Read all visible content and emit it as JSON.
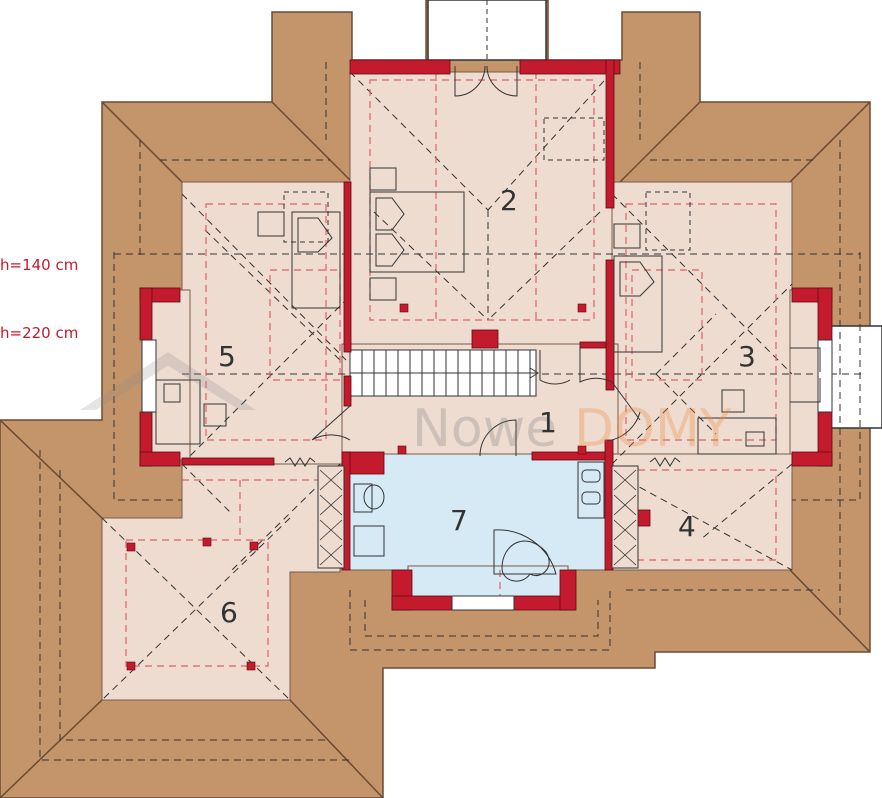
{
  "legend": {
    "low": "h=140 cm",
    "high": "h=220 cm"
  },
  "rooms": [
    "1",
    "2",
    "3",
    "4",
    "5",
    "6",
    "7"
  ],
  "watermark": {
    "part1": "Nowe",
    "part2": "DOMY"
  },
  "colors": {
    "roof": "#c4956a",
    "roof_edge": "#6b4a33",
    "floor": "#eedcd1",
    "bathroom": "#d6eaf5",
    "wall": "#c41a2e",
    "dash_red": "#e0606a",
    "legend": "#c41a2e"
  }
}
